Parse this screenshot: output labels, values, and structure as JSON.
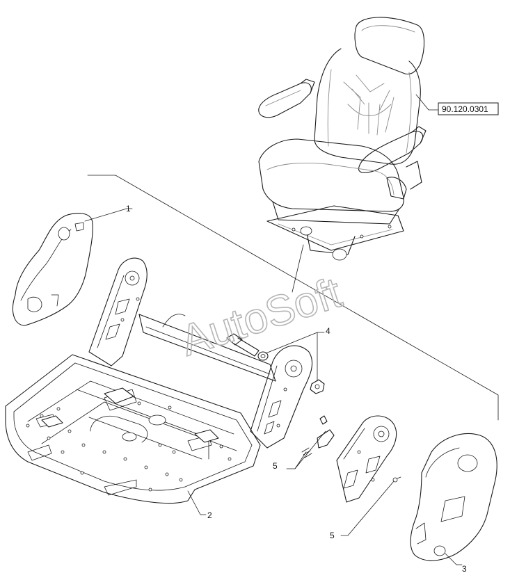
{
  "diagram": {
    "reference_code": "90.120.0301",
    "watermark": "AutoSoft",
    "callouts": [
      {
        "id": "callout-1",
        "label": "1"
      },
      {
        "id": "callout-2",
        "label": "2"
      },
      {
        "id": "callout-3",
        "label": "3"
      },
      {
        "id": "callout-4",
        "label": "4"
      },
      {
        "id": "callout-5a",
        "label": "5"
      },
      {
        "id": "callout-5b",
        "label": "5"
      }
    ]
  }
}
